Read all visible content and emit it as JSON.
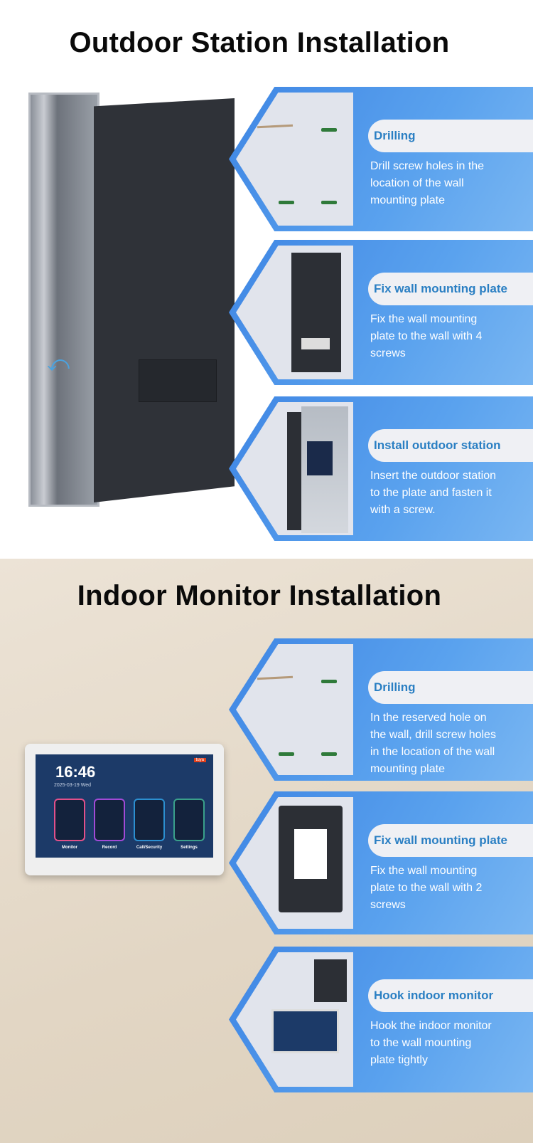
{
  "outdoor": {
    "title": "Outdoor Station Installation",
    "steps": [
      {
        "title": "Drilling",
        "lines": [
          "Drill screw holes in the",
          "location of the wall",
          "mounting plate"
        ],
        "image": "drilling"
      },
      {
        "title": "Fix wall mounting plate",
        "lines": [
          "Fix the wall mounting",
          "plate to the wall with 4",
          "screws"
        ],
        "image": "outdoor-plate"
      },
      {
        "title": "Install outdoor station",
        "lines": [
          "Insert the outdoor station",
          "to the plate and fasten it",
          "with a screw."
        ],
        "image": "outdoor-station"
      }
    ]
  },
  "indoor": {
    "title": "Indoor Monitor Installation",
    "steps": [
      {
        "title": "Drilling",
        "lines": [
          "In the reserved hole on",
          "the wall, drill screw holes",
          "in the location of the wall",
          "mounting plate"
        ],
        "image": "drilling"
      },
      {
        "title": "Fix wall mounting plate",
        "lines": [
          "Fix the wall mounting",
          "plate to the wall with 2",
          "screws"
        ],
        "image": "indoor-plate"
      },
      {
        "title": "Hook indoor monitor",
        "lines": [
          "Hook the indoor monitor",
          "to the wall mounting",
          "plate tightly"
        ],
        "image": "indoor-monitor"
      }
    ]
  },
  "monitor_screen": {
    "time": "16:46",
    "date": "2025-03-19 Wed",
    "badge": "tuya",
    "tiles": [
      "Monitor",
      "Record",
      "Call/Security",
      "Settings"
    ]
  }
}
